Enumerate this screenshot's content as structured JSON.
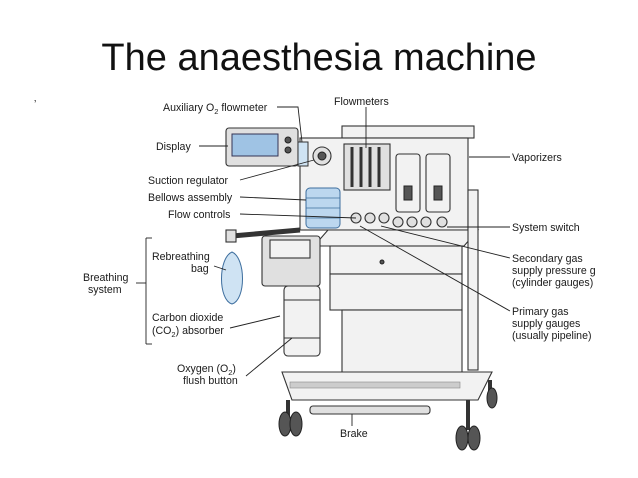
{
  "title": "The anaesthesia machine",
  "stray_mark": "ʼ",
  "labels": {
    "aux_o2_pre": "Auxiliary O",
    "aux_o2_sub": "2",
    "aux_o2_post": " flowmeter",
    "flowmeters": "Flowmeters",
    "display": "Display",
    "vaporizers": "Vaporizers",
    "suction_regulator": "Suction regulator",
    "bellows_assembly": "Bellows assembly",
    "flow_controls": "Flow controls",
    "system_switch": "System switch",
    "rebreathing_1": "Rebreathing",
    "rebreathing_2": "bag",
    "breathing_1": "Breathing",
    "breathing_2": "system",
    "secondary_1": "Secondary gas",
    "secondary_2": "supply pressure g",
    "secondary_3": "(cylinder gauges)",
    "co2_1": "Carbon dioxide",
    "co2_2_pre": "(CO",
    "co2_2_sub": "2",
    "co2_2_post": ") absorber",
    "primary_1": "Primary gas",
    "primary_2": "supply gauges",
    "primary_3": "(usually pipeline)",
    "oxygen_1_pre": "Oxygen (O",
    "oxygen_1_sub": "2",
    "oxygen_1_post": ")",
    "oxygen_2": "flush button",
    "brake": "Brake"
  },
  "colors": {
    "bellows_blue": "#bcd7ef",
    "display_blue": "#9fc3e4"
  }
}
